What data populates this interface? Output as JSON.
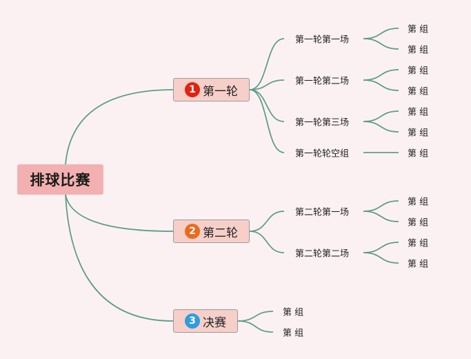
{
  "root": {
    "label": "排球比赛"
  },
  "colors": {
    "line": "#5e9e88",
    "root_bg": "#f3b0b1",
    "branch_bg": "#f6cfc9"
  },
  "branches": [
    {
      "number": "1",
      "label": "第一轮",
      "badge_color": "#e3220f",
      "matches": [
        {
          "label": "第一轮第一场",
          "groups": [
            "第 组",
            "第 组"
          ]
        },
        {
          "label": "第一轮第二场",
          "groups": [
            "第 组",
            "第 组"
          ]
        },
        {
          "label": "第一轮第三场",
          "groups": [
            "第 组",
            "第 组"
          ]
        },
        {
          "label": "第一轮轮空组",
          "groups": [
            "第 组"
          ]
        }
      ]
    },
    {
      "number": "2",
      "label": "第二轮",
      "badge_color": "#eb6a1d",
      "matches": [
        {
          "label": "第二轮第一场",
          "groups": [
            "第 组",
            "第 组"
          ]
        },
        {
          "label": "第二轮第二场",
          "groups": [
            "第 组",
            "第 组"
          ]
        }
      ]
    },
    {
      "number": "3",
      "label": "决赛",
      "badge_color": "#2d9de0",
      "groups": [
        "第 组",
        "第 组"
      ]
    }
  ]
}
